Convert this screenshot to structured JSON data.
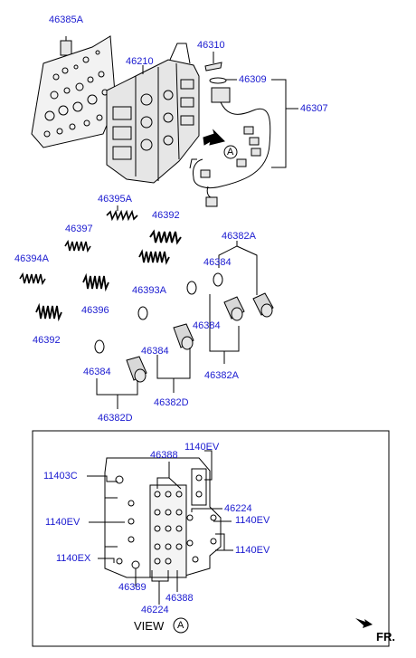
{
  "colors": {
    "label": "#1a1ad0",
    "line": "#000000",
    "part_fill": "#e6e6e6"
  },
  "top_labels": {
    "l46385A": "46385A",
    "l46210": "46210",
    "l46310": "46310",
    "l46309": "46309",
    "l46307": "46307",
    "arrow_ref": "A",
    "l46395A": "46395A",
    "l46397": "46397",
    "l46392a": "46392",
    "l46382A_top": "46382A",
    "l46394A": "46394A",
    "l46384a": "46384",
    "l46393A": "46393A",
    "l46396": "46396",
    "l46392b": "46392",
    "l46384b": "46384",
    "l46384c": "46384",
    "l46382A_bot": "46382A",
    "l46384d": "46384",
    "l46382D_r": "46382D",
    "l46382D_l": "46382D"
  },
  "view": {
    "l46388_top": "46388",
    "l1140EV_top": "1140EV",
    "l11403C": "11403C",
    "l46224_r": "46224",
    "l1140EV_left": "1140EV",
    "l1140EV_r1": "1140EV",
    "l1140EV_r2": "1140EV",
    "l1140EX": "1140EX",
    "l46389": "46389",
    "l46388_bot": "46388",
    "l46224_bot": "46224",
    "title": "VIEW",
    "title_ref": "A"
  },
  "direction": "FR."
}
